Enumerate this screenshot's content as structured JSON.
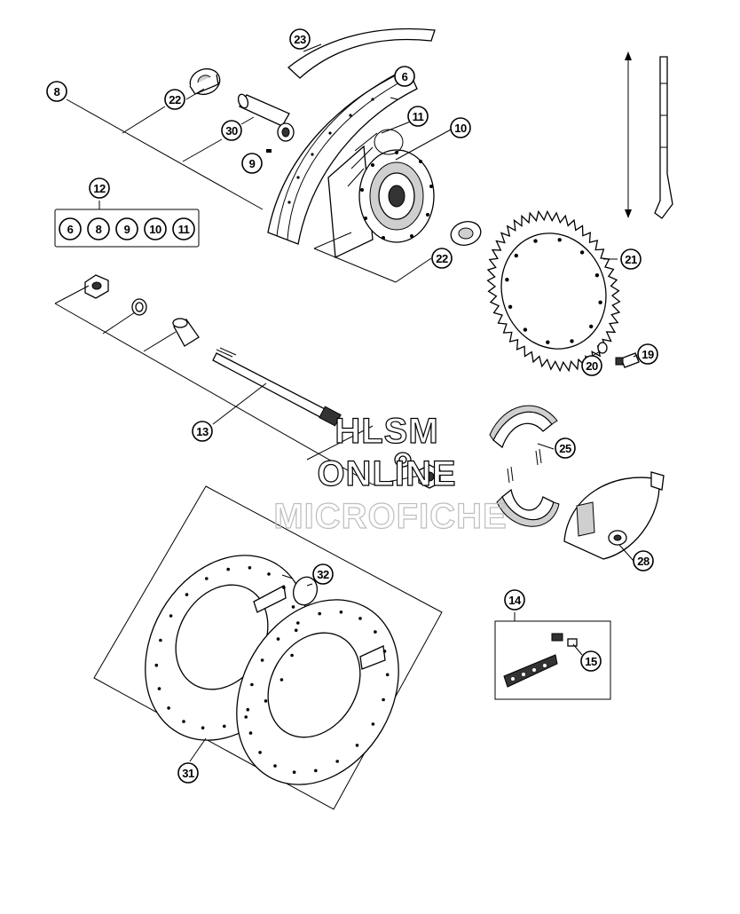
{
  "diagram": {
    "callouts": {
      "c23": "23",
      "c6_top": "6",
      "c8": "8",
      "c22_top": "22",
      "c30": "30",
      "c11": "11",
      "c10": "10",
      "c9": "9",
      "c12": "12",
      "c22_bottom": "22",
      "c21": "21",
      "c20": "20",
      "c19": "19",
      "c13": "13",
      "c25": "25",
      "c28": "28",
      "c32": "32",
      "c14": "14",
      "c15": "15",
      "c31": "31"
    },
    "kit_12_contents": [
      "6",
      "8",
      "9",
      "10",
      "11"
    ],
    "watermark": {
      "line1": "HLSM",
      "line2": "ONLINE",
      "line3": "MICROFICHE"
    }
  }
}
